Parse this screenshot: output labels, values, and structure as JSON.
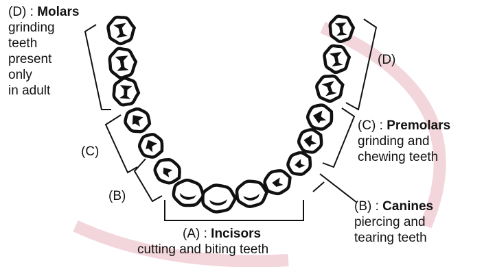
{
  "labels": {
    "molars": {
      "letter": "(D) :",
      "name": "Molars",
      "lines": [
        "grinding",
        "teeth",
        "present",
        "only",
        "in adult"
      ]
    },
    "molars_right_letter": "(D)",
    "premolars": {
      "letter": "(C) :",
      "name": "Premolars",
      "lines": [
        "grinding and",
        "chewing teeth"
      ]
    },
    "premolars_left_letter": "(C)",
    "canines": {
      "letter": "(B) :",
      "name": "Canines",
      "lines": [
        "piercing and",
        "tearing teeth"
      ]
    },
    "canines_left_letter": "(B)",
    "incisors": {
      "letter": "(A) :",
      "name": "Incisors",
      "desc": "cutting and biting teeth"
    }
  },
  "watermark_color": "#f3d6dc",
  "line_color": "#111111"
}
